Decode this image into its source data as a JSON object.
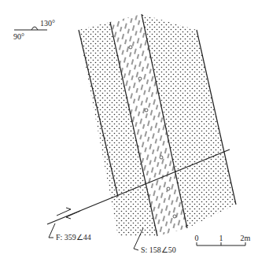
{
  "diagram": {
    "labels": [
      "90°",
      "130°",
      "F: 359∠44",
      "S: 158∠50",
      "0",
      "1",
      "2m"
    ]
  }
}
